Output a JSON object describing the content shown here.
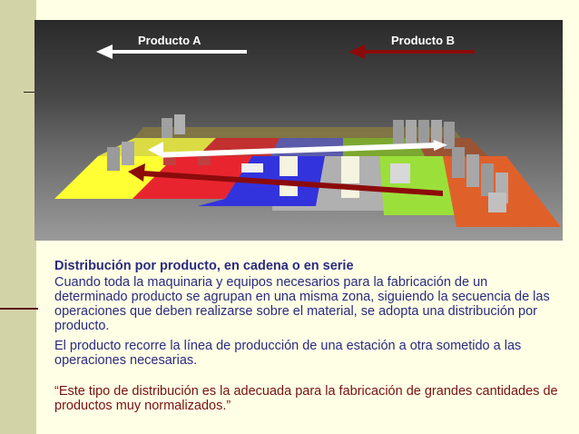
{
  "figure": {
    "label_a": "Producto A",
    "label_b": "Producto B",
    "color_a_arrow": "#ffffff",
    "color_b_arrow": "#8b0b0b",
    "zone_colors": [
      "#ffff33",
      "#e8252f",
      "#3333dd",
      "#b0b0b0",
      "#9be03a",
      "#e0602a"
    ]
  },
  "content": {
    "heading": "Distribución por producto, en cadena o en serie",
    "paragraph1": "Cuando toda la maquinaria y equipos necesarios para la fabricación de un determinado producto se agrupan en una misma zona, siguiendo la secuencia de las operaciones que deben realizarse sobre el material, se adopta una distribución por producto.",
    "paragraph2": "El producto recorre la línea de producción de una estación a otra sometido a las operaciones necesarias.",
    "quote": "“Este tipo de distribución es la adecuada para la fabricación de grandes cantidades de productos muy normalizados.”"
  }
}
